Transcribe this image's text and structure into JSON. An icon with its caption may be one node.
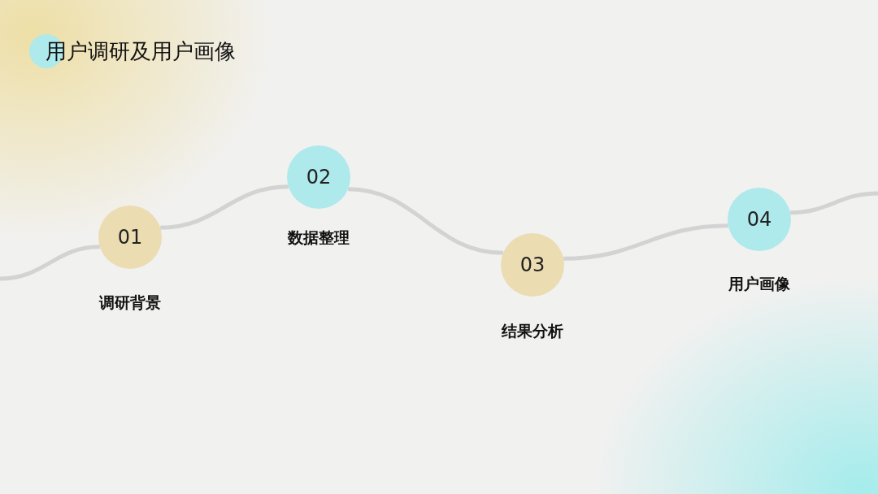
{
  "diagram": {
    "title": "用户调研及用户画像",
    "nodes": [
      {
        "text": [
          "01"
        ],
        "beside": [
          "调研背景"
        ]
      },
      {
        "text": [
          "02"
        ],
        "beside": [
          "数据整理"
        ]
      },
      {
        "text": [
          "03"
        ],
        "beside": [
          "结果分析"
        ]
      },
      {
        "text": [
          "04"
        ],
        "beside": [
          "用户画像"
        ]
      }
    ],
    "edges": [
      {
        "from": null,
        "to": 0,
        "arrow": "none"
      },
      {
        "from": 0,
        "to": 1,
        "arrow": "none"
      },
      {
        "from": 1,
        "to": 2,
        "arrow": "none"
      },
      {
        "from": 2,
        "to": 3,
        "arrow": "none"
      },
      {
        "from": 3,
        "to": null,
        "arrow": "none"
      }
    ]
  }
}
